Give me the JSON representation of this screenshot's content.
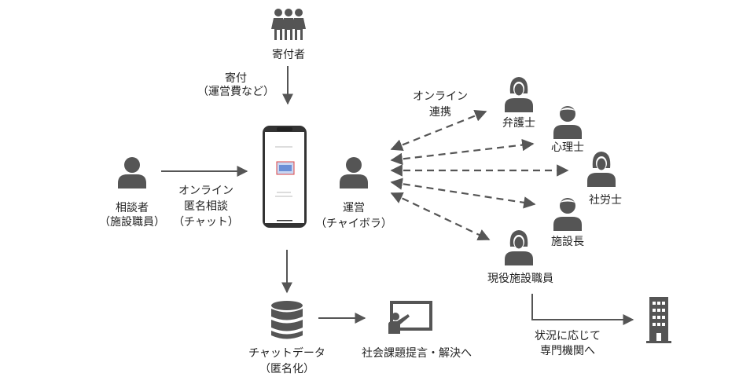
{
  "colors": {
    "icon": "#555555",
    "arrow": "#555555"
  },
  "donors": {
    "label": "寄付者",
    "icon": "group-of-women-icon"
  },
  "donation": {
    "line1": "寄付",
    "line2": "（運営費など）"
  },
  "consultant": {
    "line1": "相談者",
    "line2": "（施設職員）",
    "icon": "person-icon"
  },
  "channel": {
    "line1": "オンライン",
    "line2": "匿名相談",
    "line3": "（チャット）"
  },
  "app": {
    "icon": "smartphone-app-icon"
  },
  "operator": {
    "line1": "運営",
    "line2": "（チャイボラ）",
    "icon": "person-icon"
  },
  "collab": {
    "line1": "オンライン",
    "line2": "連携"
  },
  "experts": [
    {
      "label": "弁護士",
      "icon": "woman-icon"
    },
    {
      "label": "心理士",
      "icon": "man-icon"
    },
    {
      "label": "社労士",
      "icon": "woman-icon"
    },
    {
      "label": "施設長",
      "icon": "man-icon"
    },
    {
      "label": "現役施設職員",
      "icon": "woman-icon"
    }
  ],
  "data": {
    "line1": "チャットデータ",
    "line2": "（匿名化）",
    "icon": "database-icon"
  },
  "social": {
    "label": "社会課題提言・解決へ",
    "icon": "presentation-icon"
  },
  "referral": {
    "line1": "状況に応じて",
    "line2": "専門機関へ",
    "icon": "building-icon"
  }
}
